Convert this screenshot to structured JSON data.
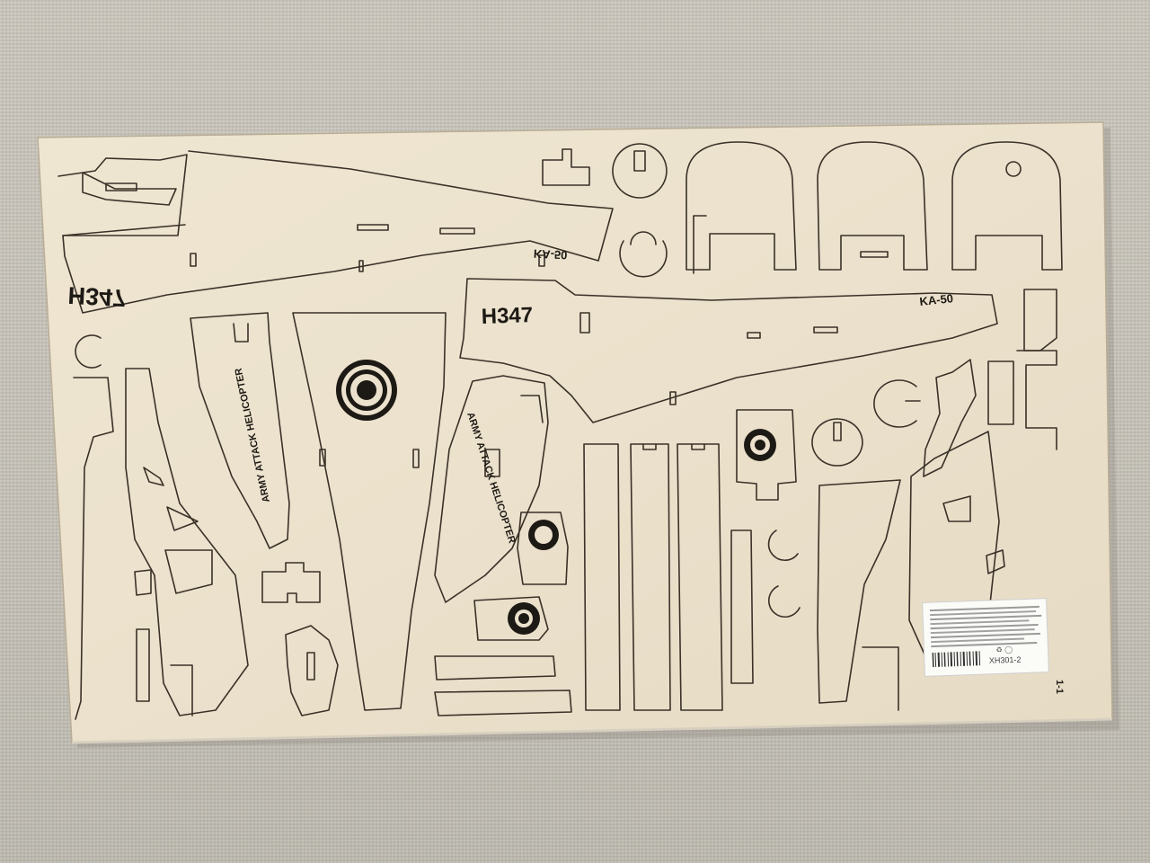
{
  "engraving": {
    "code_mirrored": "H347",
    "code": "H347",
    "model_mirrored": "KA-50",
    "model": "KA-50",
    "wing_left": "ARMY ATTACK HELICOPTER",
    "wing_right": "ARMY ATTACK HELICOPTER",
    "edge_mark": "1-1"
  },
  "sticker": {
    "article": "XH301-2"
  },
  "colors": {
    "background_fabric": "#c9c5bb",
    "plywood": "#ece3cf",
    "cut_lines": "#3a3128",
    "ink": "#1d1914",
    "sticker": "#fbfbf8"
  }
}
